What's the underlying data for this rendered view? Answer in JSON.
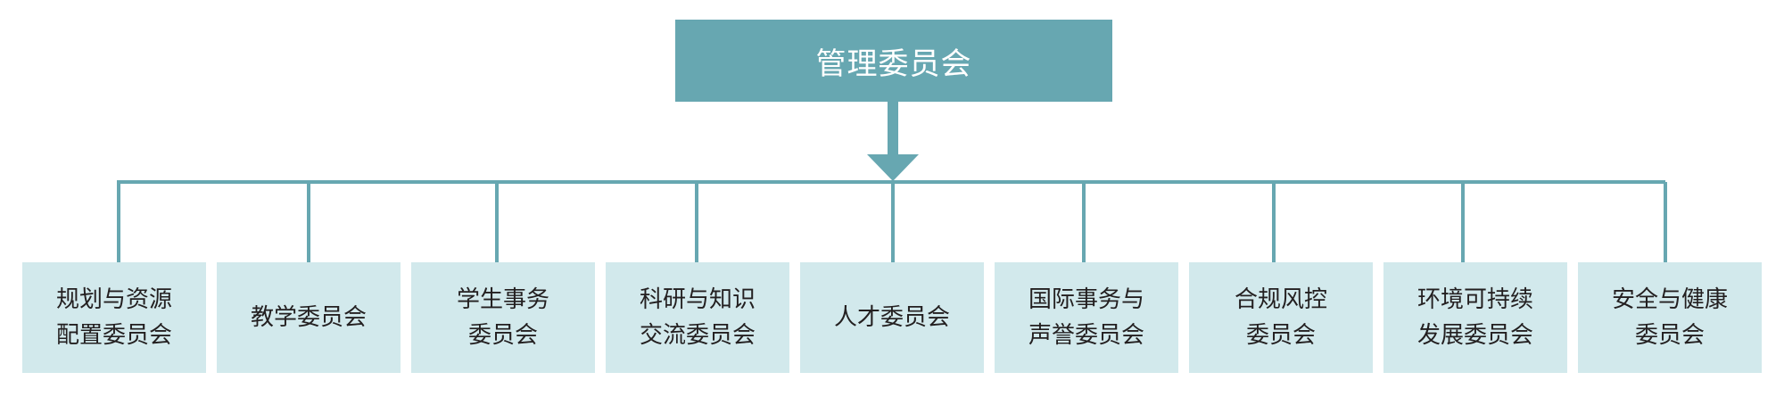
{
  "root": {
    "label": "管理委员会"
  },
  "children": [
    {
      "label": "规划与资源\n配置委员会"
    },
    {
      "label": "教学委员会"
    },
    {
      "label": "学生事务\n委员会"
    },
    {
      "label": "科研与知识\n交流委员会"
    },
    {
      "label": "人才委员会"
    },
    {
      "label": "国际事务与\n声誉委员会"
    },
    {
      "label": "合规风控\n委员会"
    },
    {
      "label": "环境可持续\n发展委员会"
    },
    {
      "label": "安全与健康\n委员会"
    }
  ],
  "colors": {
    "root_fill": "#67a7b1",
    "connector": "#67a7b1",
    "child_fill": "#d2e9ec",
    "child_text": "#231f20",
    "root_text": "#ffffff"
  }
}
